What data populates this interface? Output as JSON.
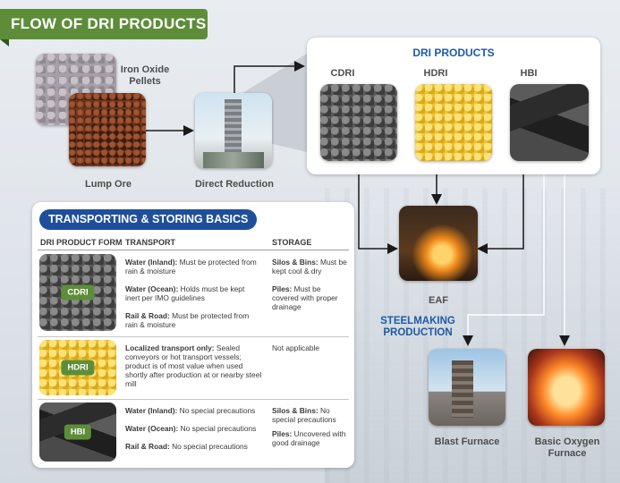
{
  "title": "FLOW OF DRI PRODUCTS",
  "inputs": {
    "iron_oxide_pellets": "Iron Oxide\nPellets",
    "lump_ore": "Lump Ore"
  },
  "process": {
    "direct_reduction": "Direct Reduction"
  },
  "dri_products": {
    "heading": "DRI PRODUCTS",
    "cdri": "CDRI",
    "hdri": "HDRI",
    "hbi": "HBI"
  },
  "eaf": "EAF",
  "steelmaking": {
    "heading": "STEELMAKING\nPRODUCTION",
    "blast_furnace": "Blast Furnace",
    "basic_oxygen_furnace": "Basic Oxygen\nFurnace"
  },
  "basics": {
    "heading": "TRANSPORTING & STORING BASICS",
    "columns": {
      "form": "DRI PRODUCT FORM",
      "transport": "TRANSPORT",
      "storage": "STORAGE"
    },
    "rows": [
      {
        "badge": "CDRI",
        "transport": [
          {
            "label": "Water (Inland):",
            "text": " Must be protected from rain & moisture"
          },
          {
            "label": "Water (Ocean):",
            "text": " Holds must be kept inert per IMO guidelines"
          },
          {
            "label": "Rail & Road:",
            "text": " Must be protected from rain & moisture"
          }
        ],
        "storage": [
          {
            "label": "Silos & Bins:",
            "text": " Must be kept cool & dry"
          },
          {
            "label": "Piles:",
            "text": " Must be covered with proper drainage"
          }
        ]
      },
      {
        "badge": "HDRI",
        "transport": [
          {
            "label": "Localized transport only:",
            "text": " Sealed conveyors or hot transport vessels; product is of most value when used shortly after production at or nearby steel mill"
          }
        ],
        "storage": [
          {
            "label": "",
            "text": "Not applicable"
          }
        ]
      },
      {
        "badge": "HBI",
        "transport": [
          {
            "label": "Water (Inland):",
            "text": " No special precautions"
          },
          {
            "label": "Water (Ocean):",
            "text": " No special precautions"
          },
          {
            "label": "Rail & Road:",
            "text": " No special precautions"
          }
        ],
        "storage": [
          {
            "label": "Silos & Bins:",
            "text": " No special precautions"
          },
          {
            "label": "Piles:",
            "text": " Uncovered with good drainage"
          }
        ]
      }
    ]
  },
  "colors": {
    "green": "#5e8d3a",
    "blue": "#1f4f9c",
    "accent_blue": "#1d5aa6"
  }
}
